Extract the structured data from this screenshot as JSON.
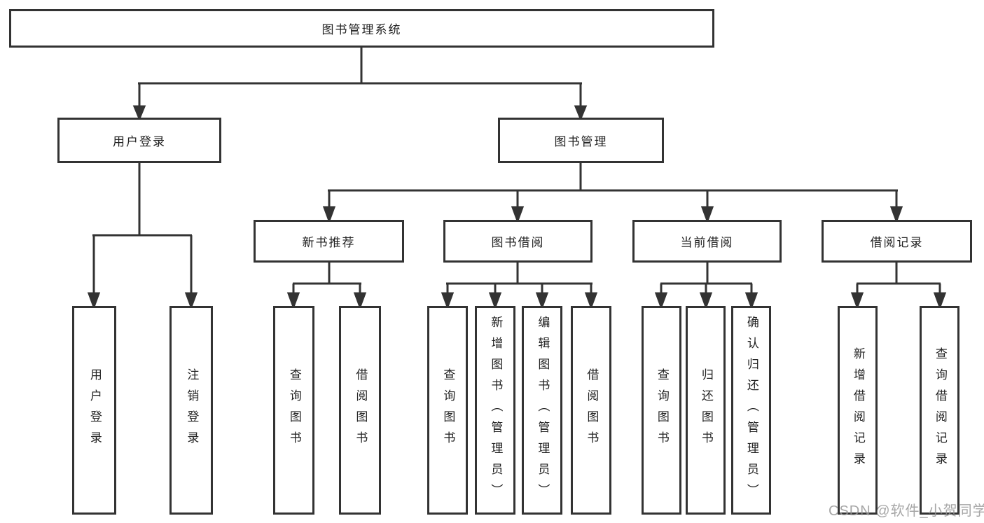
{
  "diagram": {
    "root": {
      "label": "图书管理系统"
    },
    "level2": [
      {
        "label": "用户登录"
      },
      {
        "label": "图书管理"
      }
    ],
    "level3": [
      {
        "label": "新书推荐",
        "parent": "图书管理"
      },
      {
        "label": "图书借阅",
        "parent": "图书管理"
      },
      {
        "label": "当前借阅",
        "parent": "图书管理"
      },
      {
        "label": "借阅记录",
        "parent": "图书管理"
      }
    ],
    "leaves": [
      {
        "label": "用户登录",
        "parent": "用户登录"
      },
      {
        "label": "注销登录",
        "parent": "用户登录"
      },
      {
        "label": "查询图书",
        "parent": "新书推荐"
      },
      {
        "label": "借阅图书",
        "parent": "新书推荐"
      },
      {
        "label": "查询图书",
        "parent": "图书借阅"
      },
      {
        "label": "新增图书（管理员）",
        "parent": "图书借阅"
      },
      {
        "label": "编辑图书（管理员）",
        "parent": "图书借阅"
      },
      {
        "label": "借阅图书",
        "parent": "图书借阅"
      },
      {
        "label": "查询图书",
        "parent": "当前借阅"
      },
      {
        "label": "归还图书",
        "parent": "当前借阅"
      },
      {
        "label": "确认归还（管理员）",
        "parent": "当前借阅"
      },
      {
        "label": "新增借阅记录",
        "parent": "借阅记录"
      },
      {
        "label": "查询借阅记录",
        "parent": "借阅记录"
      }
    ],
    "colors": {
      "line": "#333333",
      "box_border": "#333333",
      "background": "#ffffff",
      "text": "#222222",
      "watermark": "#969696"
    }
  },
  "watermark": {
    "text": "CSDN @软件_小贺同学"
  }
}
